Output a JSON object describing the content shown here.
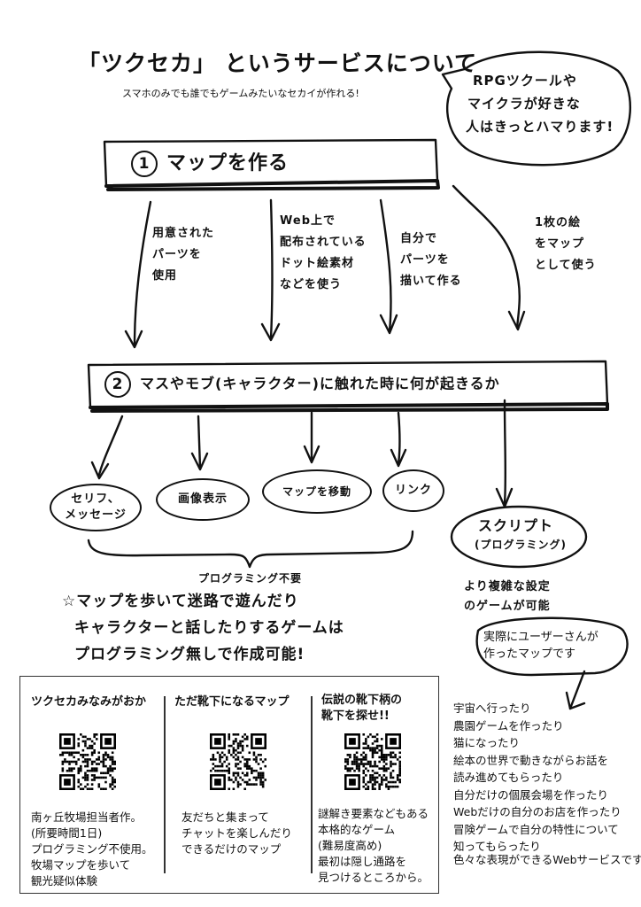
{
  "header": {
    "title": "「ツクセカ」 というサービスについて",
    "subtitle": "スマホのみでも誰でもゲームみたいなセカイが作れる!"
  },
  "speech_bubble": {
    "lines": [
      "RPGツクールや",
      "マイクラが好きな",
      "人はきっとハマります!"
    ]
  },
  "step1": {
    "number": "1",
    "label": "マップを作る"
  },
  "step1_notes": [
    {
      "lines": [
        "用意された",
        "パーツを",
        "使用"
      ]
    },
    {
      "lines": [
        "Web上で",
        "配布されている",
        "ドット絵素材",
        "などを使う"
      ]
    },
    {
      "lines": [
        "自分で",
        "パーツを",
        "描いて作る"
      ]
    },
    {
      "lines": [
        "1枚の絵",
        "をマップ",
        "として使う"
      ]
    }
  ],
  "step2": {
    "number": "2",
    "label": "マスやモブ(キャラクター)に触れた時に何が起きるか"
  },
  "events": [
    {
      "lines": [
        "セリフ、",
        "メッセージ"
      ]
    },
    {
      "lines": [
        "画像表示"
      ]
    },
    {
      "lines": [
        "マップを移動"
      ]
    },
    {
      "lines": [
        "リンク"
      ]
    }
  ],
  "no_programming_label": "プログラミング不要",
  "script_box": {
    "title": "スクリプト",
    "subtitle": "(プログラミング)"
  },
  "script_note": {
    "lines": [
      "より複雑な設定",
      "のゲームが可能"
    ]
  },
  "maze_note": {
    "lines": [
      "☆マップを歩いて迷路で遊んだり",
      "キャラクターと話したりするゲームは",
      "プログラミング無しで作成可能!"
    ]
  },
  "user_callout": {
    "lines": [
      "実際にユーザーさんが",
      "作ったマップです"
    ]
  },
  "maps": [
    {
      "title_lines": [
        "ツクセカみなみがおか"
      ],
      "desc_lines": [
        "南ヶ丘牧場担当者作。",
        "(所要時間1日)",
        "プログラミング不使用。",
        "牧場マップを歩いて",
        "観光疑似体験"
      ]
    },
    {
      "title_lines": [
        "ただ靴下になるマップ"
      ],
      "desc_lines": [
        "友だちと集まって",
        "チャットを楽しんだり",
        "できるだけのマップ"
      ]
    },
    {
      "title_lines": [
        "伝説の靴下柄の",
        "靴下を探せ!!"
      ],
      "desc_lines": [
        "謎解き要素などもある",
        "本格的なゲーム",
        "(難易度高め)",
        "最初は隠し通路を",
        "見つけるところから。"
      ]
    }
  ],
  "examples": [
    "宇宙へ行ったり",
    "農園ゲームを作ったり",
    "猫になったり",
    "絵本の世界で動きながらお話を",
    "読み進めてもらったり",
    "自分だけの個展会場を作ったり",
    "Webだけの自分のお店を作ったり",
    "冒険ゲームで自分の特性について",
    "知ってもらったり"
  ],
  "footer": "色々な表現ができるWebサービスです"
}
